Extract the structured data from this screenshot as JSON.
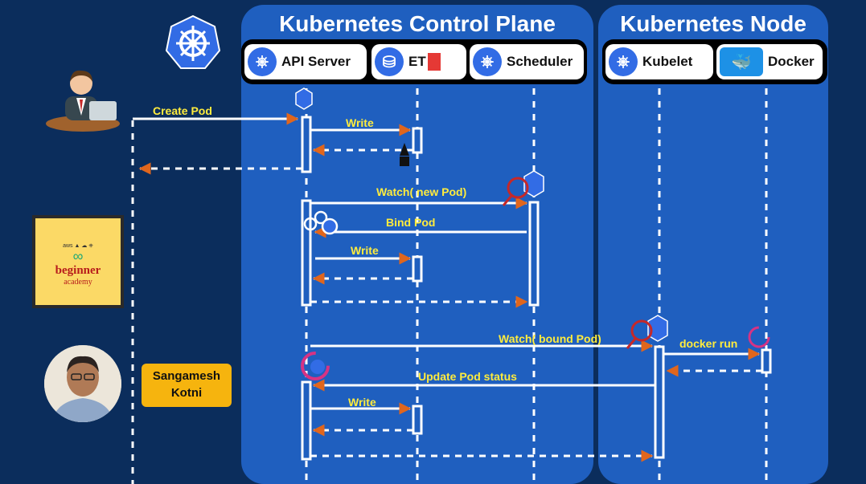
{
  "panels": {
    "control_plane": {
      "title": "Kubernetes Control Plane"
    },
    "node": {
      "title": "Kubernetes Node"
    }
  },
  "components": {
    "api_server": {
      "label": "API Server",
      "icon": "api-icon"
    },
    "etcd": {
      "label": "ET",
      "icon": "etcd-icon"
    },
    "scheduler": {
      "label": "Scheduler",
      "icon": "sched-icon"
    },
    "kubelet": {
      "label": "Kubelet",
      "icon": "kubelet-icon"
    },
    "docker": {
      "label": "Docker",
      "icon": "docker-whale-icon"
    }
  },
  "messages": {
    "create_pod": "Create Pod",
    "write_1": "Write",
    "watch_new_pod": "Watch( new Pod)",
    "bind_pod": "Bind Pod",
    "write_2": "Write",
    "watch_bound_pod": "Watch( bound Pod)",
    "docker_run": "docker run",
    "update_pod_status": "Update Pod status",
    "write_3": "Write"
  },
  "academy": {
    "top": "aws ▲ ☁ ⎈",
    "infinity": "∞",
    "name": "beginner",
    "sub": "academy"
  },
  "presenter": {
    "name_line1": "Sangamesh",
    "name_line2": "Kotni"
  },
  "colors": {
    "background": "#0b2d5c",
    "panel": "#1f5fbf",
    "arrow_head": "#e0661d",
    "label": "#ffec3d",
    "line": "#ffffff"
  }
}
